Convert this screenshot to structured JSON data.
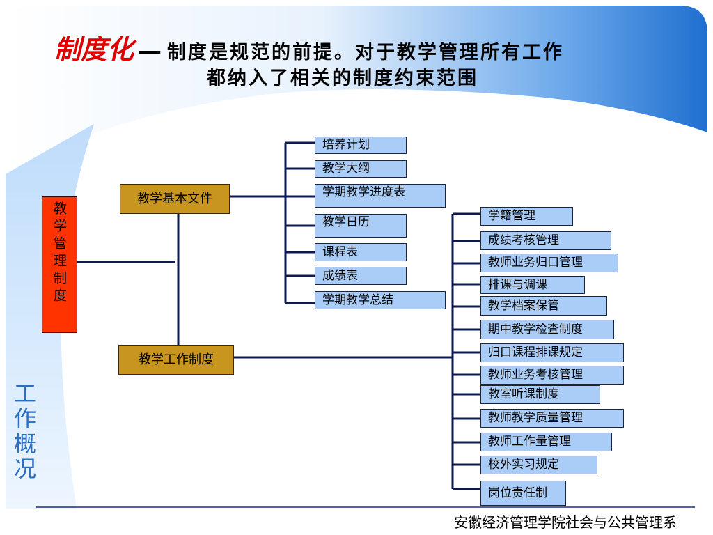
{
  "title": {
    "emphasis": "制度化",
    "dash": "—",
    "line1": "制度是规范的前提。对于教学管理所有工作",
    "line2": "都纳入了相关的制度约束范围"
  },
  "root_label": "教学管理制度",
  "branch1": {
    "label": "教学基本文件",
    "items": [
      "培养计划",
      "教学大纲",
      "学期教学进度表",
      "教学日历",
      "课程表",
      "成绩表",
      "学期教学总结"
    ]
  },
  "branch2": {
    "label": "教学工作制度",
    "items": [
      "学籍管理",
      "成绩考核管理",
      "教师业务归口管理",
      "排课与调课",
      "教学档案保管",
      "期中教学检查制度",
      "归口课程排课规定",
      "教师业务考核管理",
      "教室听课制度",
      "教师教学质量管理",
      "教师工作量管理",
      "校外实习规定",
      "岗位责任制"
    ]
  },
  "sidebar_label": "工作概况",
  "footer": "安徽经济管理学院社会与公共管理系",
  "colors": {
    "title_emphasis": "#e00000",
    "root_fill": "#ff3300",
    "branch_fill": "#c8951e",
    "leaf_fill": "#a9cdf7",
    "connector": "#0d1a4d",
    "sidebar_text": "#2a6fc6"
  }
}
